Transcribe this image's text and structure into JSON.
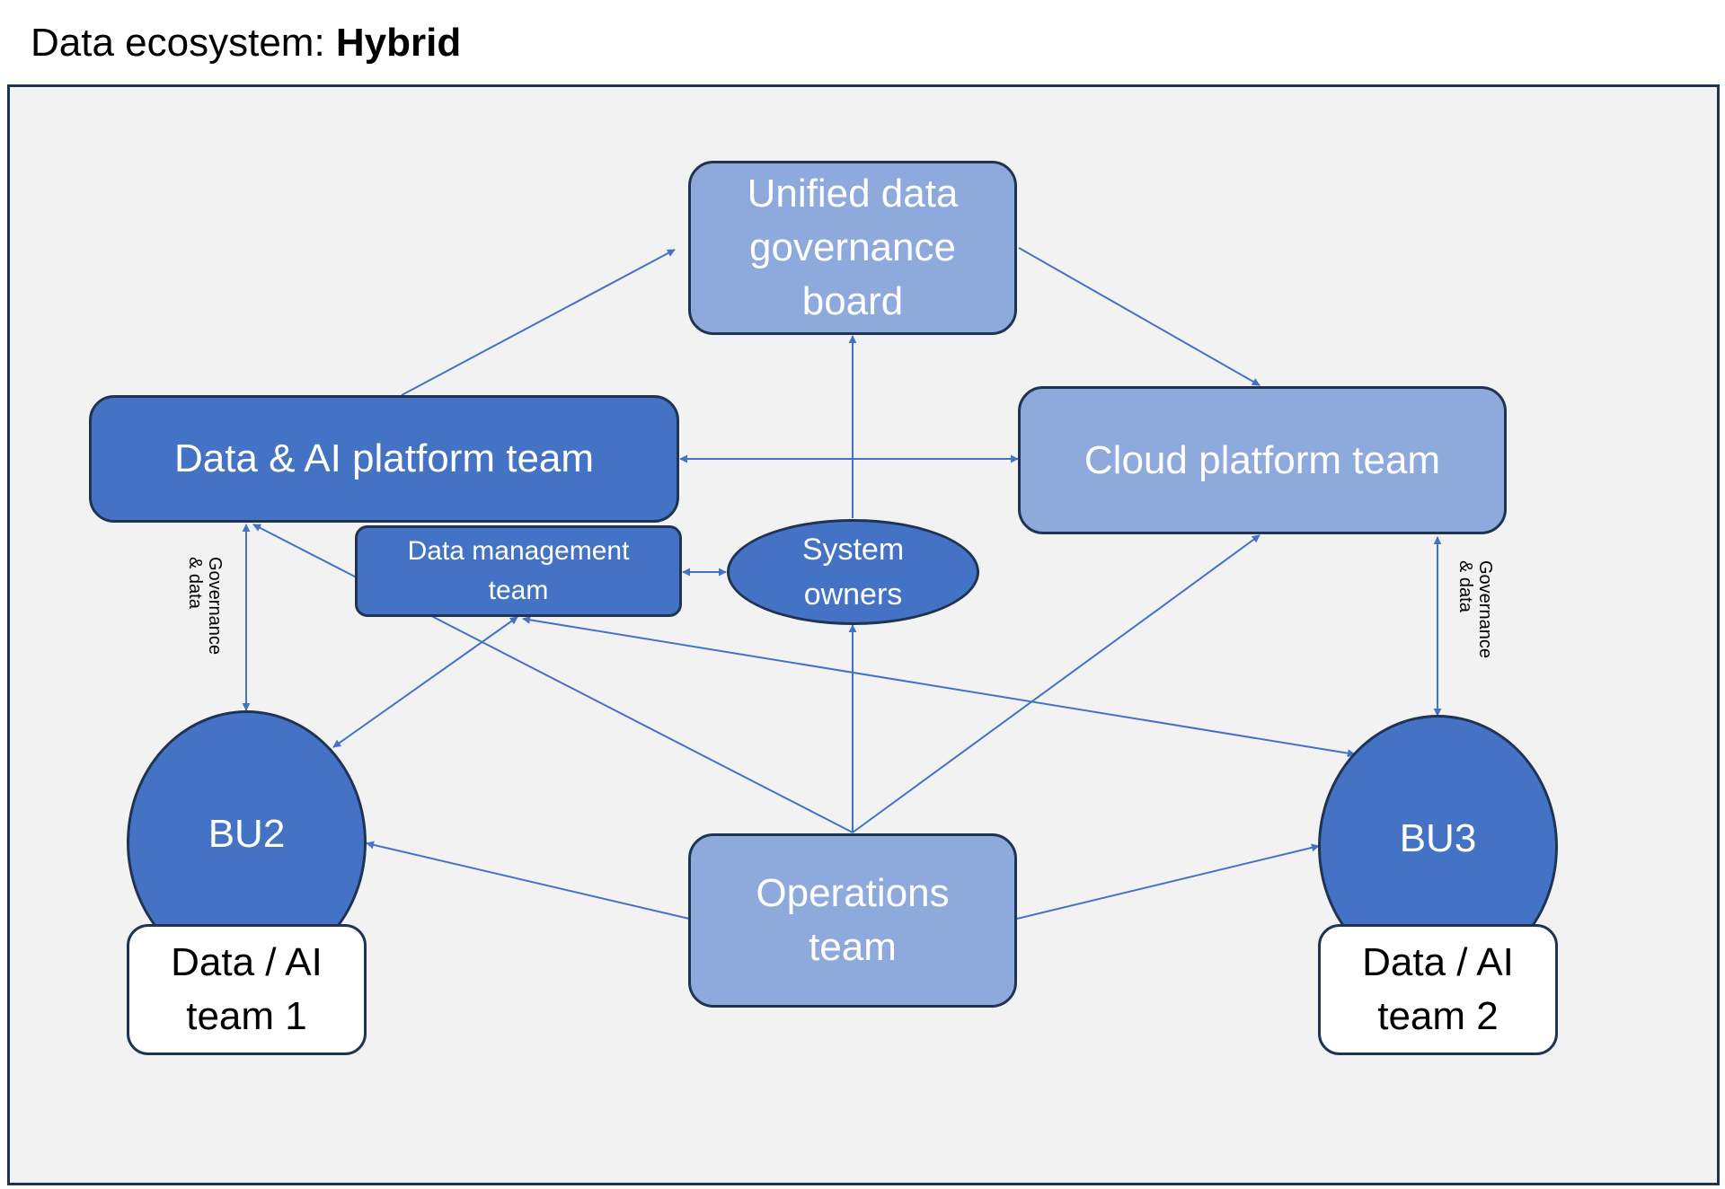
{
  "title": {
    "prefix": "Data ecosystem: ",
    "emphasis": "Hybrid"
  },
  "nodes": {
    "governance_board": "Unified data governance board",
    "data_ai_platform": "Data & AI platform team",
    "cloud_platform": "Cloud platform team",
    "data_management": "Data management team",
    "system_owners": "System owners",
    "bu2": "BU2",
    "bu3": "BU3",
    "data_ai_team_1": "Data / AI team 1",
    "data_ai_team_2": "Data / AI team 2",
    "operations": "Operations team"
  },
  "edge_labels": {
    "left": "Governance\n& data",
    "right": "Governance\n& data"
  },
  "colors": {
    "light_fill": "#8eaadc",
    "dark_fill": "#4472c4",
    "border": "#1f3453",
    "arrow": "#4472c4"
  }
}
